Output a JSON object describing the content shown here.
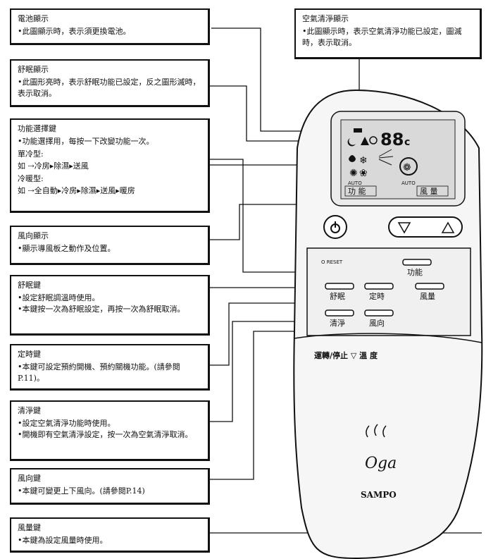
{
  "callouts": {
    "battery": {
      "title": "電池顯示",
      "text": "•此圖顯示時，表示須更換電池。"
    },
    "air_clean": {
      "title": "空氣清淨顯示",
      "text": "•此圖顯示時，表示空氣清淨功能已設定，圖滅時，表示取消。"
    },
    "sleep_display": {
      "title": "舒眠顯示",
      "text": "•此圖形亮時，表示舒眠功能已設定，反之圖形滅時，表示取消。"
    },
    "function_key": {
      "title": "功能選擇鍵",
      "text": "•功能選擇用，每按一下改變功能一次。",
      "cool_only_label": "單冷型:",
      "cool_only_seq": "如 ⇢冷房▸除濕▸送風",
      "heat_cool_label": "冷暖型:",
      "heat_cool_seq": "如 ⇢全自動▸冷房▸除濕▸送風▸暖房"
    },
    "wind_dir_display": {
      "title": "風向顯示",
      "text": "•顯示導風板之動作及位置。"
    },
    "sleep_key": {
      "title": "舒眠鍵",
      "text": "•設定舒眠調溫時使用。",
      "text2": "•本鍵按一次為舒眠設定，再按一次為舒眠取消。"
    },
    "timer_key": {
      "title": "定時鍵",
      "text": "•本鍵可設定預約開機、預約關機功能。(請參閱P.11)。"
    },
    "clean_key": {
      "title": "清淨鍵",
      "text": "•設定空氣清淨功能時使用。",
      "text2": "•開機即有空氣清淨設定，按一次為空氣清淨取消。"
    },
    "wind_dir_key": {
      "title": "風向鍵",
      "text": "•本鍵可變更上下風向。(請參閱P.14)"
    },
    "fan_key": {
      "title": "風量鍵",
      "text": "•本鍵為設定風量時使用。"
    }
  },
  "remote": {
    "display_temp": "88",
    "display_unit": "c",
    "auto_label_1": "AUTO",
    "auto_label_2": "AUTO",
    "lcd_function": "功 能",
    "lcd_fan": "風 量",
    "reset_label": "O RESET",
    "btn_function": "功能",
    "btn_sleep": "舒眠",
    "btn_timer": "定時",
    "btn_fan": "風量",
    "btn_clean": "清淨",
    "btn_wind": "風向",
    "bottom_labels": "運轉/停止 ▽ 溫 度",
    "brand": "SAMPO",
    "logo_text": "Oga"
  }
}
